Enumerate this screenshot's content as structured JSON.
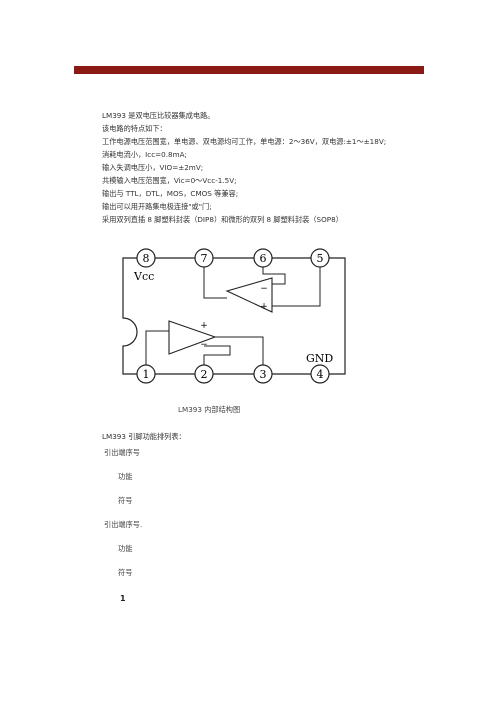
{
  "header_bar_color": "#8b1a14",
  "paragraphs": [
    "LM393 是双电压比较器集成电路。",
    "该电路的特点如下：",
    "工作电源电压范围宽，单电源、双电源均可工作，单电源：2～36V，双电源:±1～±18V;",
    "消耗电流小，Icc=0.8mA;",
    "输入失调电压小，VIO=±2mV;",
    "共模输入电压范围宽，Vic=0～Vcc-1.5V;",
    "输出与 TTL，DTL，MOS，CMOS 等兼容;",
    "输出可以用开路集电极连接\"或\"门;",
    "采用双列直插 8 脚塑料封装（DIP8）和微形的双列 8 脚塑料封装（SOP8）"
  ],
  "diagram": {
    "pins_top": [
      "8",
      "7",
      "6",
      "5"
    ],
    "pins_bottom": [
      "1",
      "2",
      "3",
      "4"
    ],
    "vcc_label": "Vcc",
    "gnd_label": "GND",
    "plus": "+",
    "minus": "−"
  },
  "caption": "LM393 内部结构图",
  "list_heading": "LM393 引脚功能排列表：",
  "list_items": [
    "引出端序号",
    "功能",
    "符号",
    "引出端序号.",
    "功能",
    "符号"
  ],
  "page_number": "1"
}
